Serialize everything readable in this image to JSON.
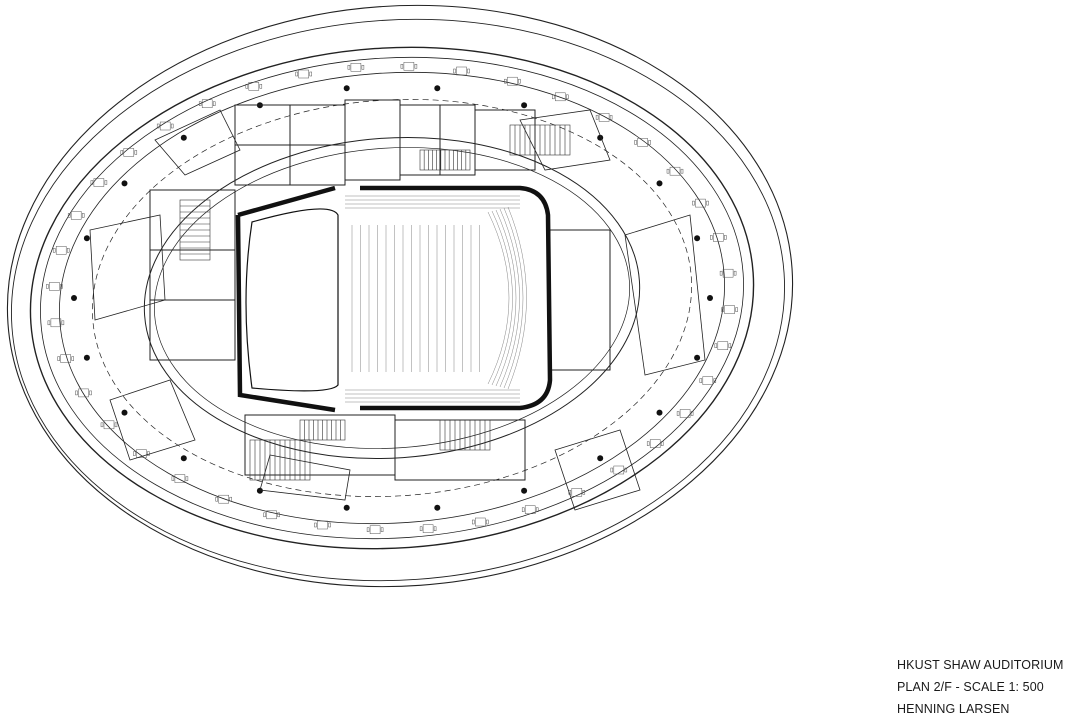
{
  "title_block": {
    "project": "HKUST SHAW AUDITORIUM",
    "drawing": "PLAN  2/F - SCALE 1: 500",
    "architect": "HENNING LARSEN"
  }
}
